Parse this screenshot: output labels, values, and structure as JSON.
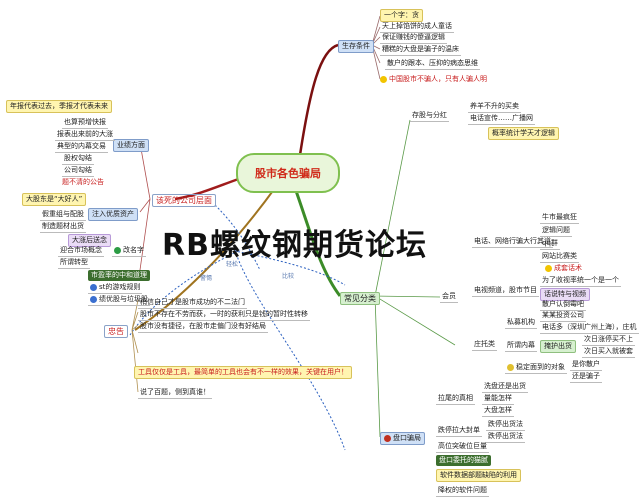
{
  "center": "股市各色骗局",
  "watermark": "RB螺纹钢期货论坛",
  "branches": {
    "survival": "生存条件",
    "listed": "该死的公司层面",
    "common": "常见分类",
    "advice": "忠告"
  },
  "survival_items": [
    "一个字：贪",
    "天上掉馅饼的成人童话",
    "保证赚钱的傻逼逻辑",
    "糟糕的大盘是骗子的温床",
    "散户的跟本、压抑的病态思维",
    "中国股市不骗人，只有人骗人明"
  ],
  "listed": {
    "yellow_note": "年报代表过去，季报才代表未来",
    "performance": "业绩方面",
    "perf_items": [
      "也算预增快报",
      "报表出来前的大涨",
      "典型的内幕交易",
      "股权勾结",
      "公司勾结",
      "题不清的公告"
    ],
    "inject": "注入优质资产",
    "inject_note": "大股东是“大好人”",
    "inject_items": [
      "假重组与配股",
      "制造题材出货",
      "大涨后送念",
      "迎合市场概念",
      "所谓转型"
    ],
    "reform": "改名字",
    "bottom_items": [
      "市盈率的中和道理",
      "st的游戏规则",
      "绩优股与垃圾股"
    ]
  },
  "common": {
    "pattern": "存股与分红",
    "pattern_items": [
      "养羊不升的买卖",
      "电话宣传……广播网",
      "概率统计学天才逻辑"
    ],
    "member": "会员",
    "member_items": [
      "电话、网络行骗大行其道",
      "牛市最疯狂",
      "逻辑问题",
      "qq群",
      "网站比赛类",
      "成套话术"
    ],
    "tv_items": [
      "电视频道，股市节目",
      "为了收视率统一个是一个",
      "话说特与视频",
      "散户认倒霉吧"
    ],
    "zhuang": "庄托类",
    "zhuang_items": [
      "私募机构",
      "某某投资公司",
      "电话多（深圳广州上海），庄机",
      "所谓内幕",
      "掩护出货",
      "次日涨停买不上",
      "次日买入就被套",
      "稳定面到的对象",
      "是你散户",
      "还是骗子"
    ],
    "disk": "盘口骗局",
    "disk_items": [
      "拉尾的真相",
      "洗盘还是出货",
      "量能怎样",
      "大盘怎样",
      "跌停拉大封单",
      "跌停出货法",
      "跌停出货法",
      "高位突破位巨量",
      "盘口委托的猫腻",
      "软件数据部题缺陷的利用",
      "降权的软件问题"
    ]
  },
  "advice_items": [
    "稍信自己才是股市成功的不二法门",
    "股市不存在不劳而获，一时的获利只是钱的暂时性转移",
    "股市没有捷径，在股市走偏门没有好结局",
    "工具仅仅是工具，最简单的工具也会有不一样的效果，关键在用户！",
    "说了百题，侧到真谁！"
  ],
  "links": [
    "轻松",
    "比较",
    "警惕"
  ],
  "colors": {
    "center_border": "#7fc04f",
    "survival_line": "#7b1010",
    "listed_line": "#a01c1c",
    "common_line": "#3c8c28",
    "advice_line": "#a07420"
  }
}
